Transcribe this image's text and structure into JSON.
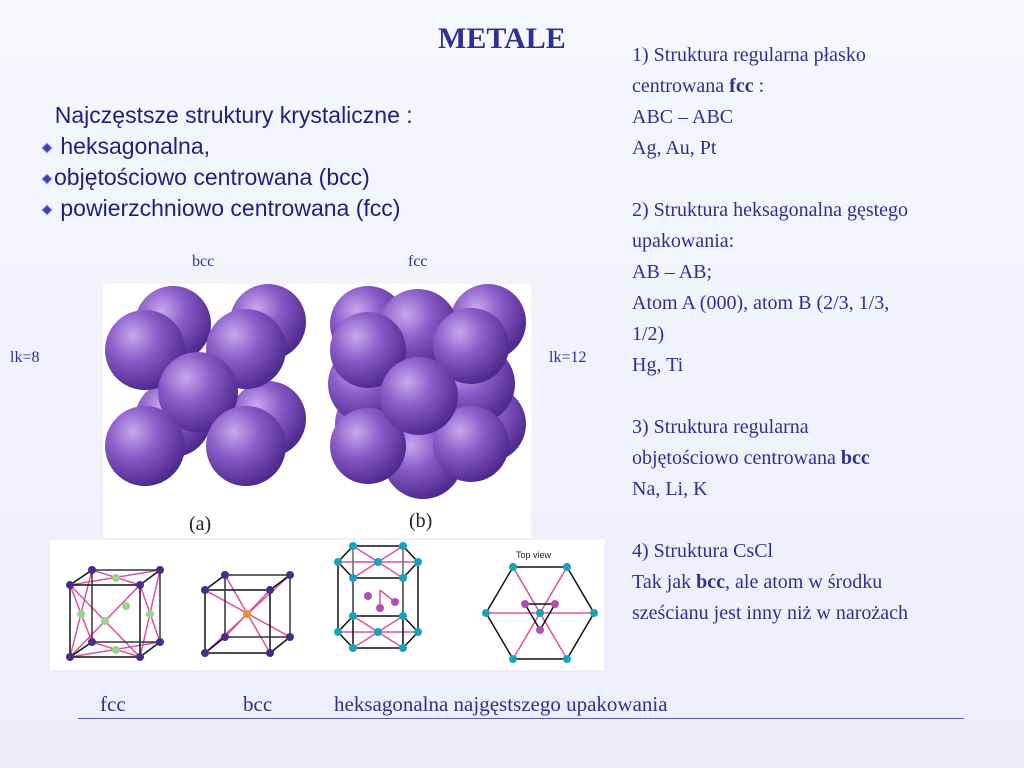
{
  "title": "METALE",
  "intro": {
    "heading": "Najczęstsze struktury krystaliczne :",
    "items": [
      "heksagonalna,",
      "objętościowo centrowana (bcc)",
      "powierzchniowo centrowana (fcc)"
    ]
  },
  "labels": {
    "bcc_top": "bcc",
    "fcc_top": "fcc",
    "lk_left": "lk=8",
    "lk_right": "lk=12",
    "cap_a": "(a)",
    "cap_b": "(b)",
    "top_view": "Top view"
  },
  "right": {
    "s1": {
      "line1": "1) Struktura regularna płasko",
      "line2_a": "centrowana ",
      "line2_bold": "fcc",
      "line2_b": " :",
      "line3": "ABC – ABC",
      "line4": "Ag, Au, Pt"
    },
    "s2": {
      "line1": "2) Struktura heksagonalna gęstego",
      "line2": "upakowania:",
      "line3": "AB – AB;",
      "line4": "Atom A (000), atom B (2/3, 1/3,",
      "line5": "1/2)",
      "line6": "Hg, Ti"
    },
    "s3": {
      "line1": "3) Struktura regularna",
      "line2_a": "objętościowo centrowana ",
      "line2_bold": "bcc",
      "line3": "Na, Li, K"
    },
    "s4": {
      "line1": "4) Struktura CsCl",
      "line2_a": "Tak jak  ",
      "line2_bold": "bcc",
      "line2_b": ", ale atom w środku",
      "line3": "sześcianu jest inny niż w narożach"
    }
  },
  "bottom": {
    "fcc": "fcc",
    "bcc": "bcc",
    "hex": "heksagonalna najgęstszego upakowania"
  },
  "colors": {
    "text": "#2e3092",
    "sphere": "#7a52b5",
    "lattice_line": "#e0509e",
    "corner_atom": "#4b2a8a",
    "hex_atom": "#1aa3b8",
    "face_atom": "#9ad48a",
    "body_atom": "#f28c28"
  }
}
